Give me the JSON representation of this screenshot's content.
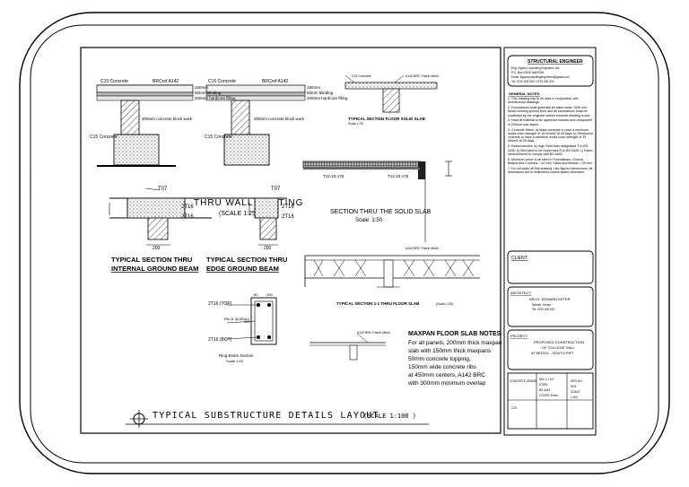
{
  "drawing": {
    "main_title": "TYPICAL SUBSTRUCTURE DETAILS LAYOUT",
    "main_scale": "(SCALE 1:100 )",
    "footings": {
      "labels": [
        "C15 Concrete",
        "BRCref A142",
        "150mm",
        "50mm blinding",
        "200mm hardcore filling",
        "200mm concrete block work",
        "C15 Concrete"
      ],
      "section_title": "THRU WALL FOOTING",
      "section_scale": "(SCALE 1:25)"
    },
    "beams": {
      "top_bar": "T07",
      "bottom_bar": "2T16",
      "width": "200",
      "internal_title_1": "TYPICAL SECTION THRU",
      "internal_title_2": "INTERNAL GROUND BEAM",
      "edge_title_1": "TYPICAL SECTION THRU",
      "edge_title_2": "EDGE GROUND BEAM"
    },
    "solid_slab": {
      "small_title": "TYPICAL SECTION FLOOR SOLID SLAB",
      "small_scale": "Scale 1:25",
      "title": "SECTION THRU' THE SOLID SLAB",
      "scale": "Scale: 1:50",
      "tag_left": "T12-10-175",
      "tag_right": "T12-10-175",
      "mesh_label": "A142 BRC Fabric Mesh"
    },
    "ring_beam": {
      "top": "2T16 (TOP)",
      "bottom": "2T16 (BOT)",
      "link": "R8-01 @150c/c",
      "dim_1": "80",
      "dim_2": "150",
      "dim_3": "400",
      "caption": "Ring Beam Section",
      "caption_scale": "Scale 1:20"
    },
    "maxpan": {
      "section_caption": "TYPICAL SECTION 1-1 THRU FLOOR SLAB",
      "section_scale": "(Scale 1:25)",
      "notes_title": "MAXPAN FLOOR SLAB NOTES",
      "notes": [
        "For all panels, 200mm thick maxpan",
        "slab with 150mm thick maxpans",
        "50mm concrete topping,",
        "150mm wide concrete ribs",
        "at 450mm centers, A142 BRC",
        "with 300mm minimum overlap"
      ]
    }
  },
  "title_block": {
    "engineer_heading": "STRUCTURAL ENGINEER",
    "engineer_lines": [
      "Eng. Kigaru Consulting Engineers Ltd.",
      "P.O. Box 00100 NAIROBI",
      "Email: kigaruconsultingengineers@gmail.com",
      "Tel: 0722 000 000 / 0733 000 000"
    ],
    "notes_heading": "GENERAL NOTES",
    "notes": [
      "1. This drawing has to be read in conjunction with architectural drawings.",
      "2. Foundations shall generally be taken down 1000 mm below existing ground level and all excavations must be confirmed by the engineer before concrete blinding is laid.",
      "3. Hard fill material to be approved murram and compacted in 200mm max layers.",
      "4. Concrete Mixes: a) Mass concrete to have a minimum works cube strength of 15 N/mm2 at 28 days. b) Reinforced concrete to have a minimum works cube strength of 25 N/mm2 at 28 days.",
      "5. Reinforcement: a) High Yield bars designated T to BS 4449. b) Mild steel to be round bars R to BS 4449. c) Fabric reinforcement to comply with BS 4483.",
      "6. Minimum cover to all steel in Foundations, Ground Beams and Columns = 40 mm; Slabs and Beams = 25 mm.",
      "7. Do not scale off this drawing. Use figured dimensions; all dimensions are in millimetres unless stated otherwise."
    ],
    "client_label": "CLIENT:",
    "architect_label": "ARCHITECT:",
    "architect_lines": [
      "ARCH. EDWARD KETER",
      "Nairobi, Kenya",
      "Tel: 0700 000 000"
    ],
    "project_label": "PROJECT:",
    "project_lines": [
      "PROPOSED CONSTRUCTION",
      "OF COLLEGE HALL",
      "AT MOSOL - SOUTH RIFT"
    ],
    "footer": {
      "col1_label": "CONCRETE GRADE",
      "col1_value": "C25",
      "col2_lines": [
        "MIX 1:1.5:3",
        "STEEL",
        "BS 4449",
        "COVER 40mm"
      ],
      "col3_lines": [
        "DRG NO.",
        "S/01",
        "SCALE",
        "1:100"
      ]
    }
  }
}
